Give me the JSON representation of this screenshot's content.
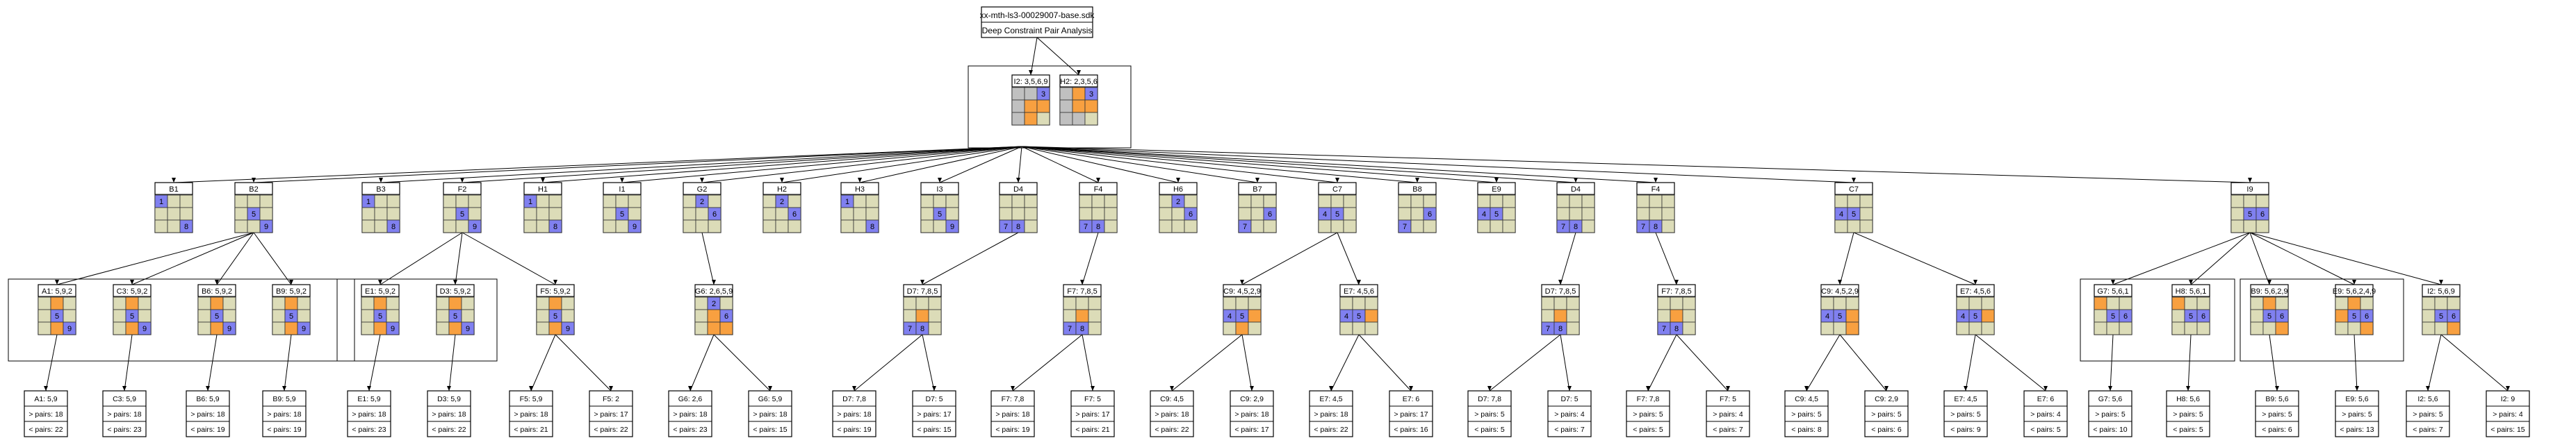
{
  "header": {
    "title": "xx-mth-ls3-00029007-base.sdk",
    "subtitle": "Deep Constraint Pair Analysis"
  },
  "colors": {
    "blue": "#8080f0",
    "orange": "#f8a040",
    "gray": "#c0c0c0",
    "cell": "#dcdcb8",
    "line": "#000000"
  },
  "nodes": [
    {
      "id": "I2",
      "label": "I2: 3,5,6,9",
      "cells": [
        "g",
        "g",
        "b",
        "g",
        "o",
        "o",
        "g",
        "o",
        "."
      ],
      "nums": {
        "2": "3"
      }
    },
    {
      "id": "H2",
      "label": "H2: 2,3,5,6",
      "cells": [
        "g",
        "o",
        "b",
        "g",
        "o",
        "o",
        "g",
        "g",
        "."
      ],
      "nums": {
        "2": "3"
      }
    },
    {
      "id": "B1",
      "label": "B1",
      "cells": [
        "b",
        ".",
        ".",
        ".",
        ".",
        ".",
        ".",
        ".",
        "b"
      ],
      "nums": {
        "0": "1",
        "8": "8"
      }
    },
    {
      "id": "B2",
      "label": "B2",
      "cells": [
        ".",
        ".",
        ".",
        ".",
        "b",
        ".",
        ".",
        ".",
        "b"
      ],
      "nums": {
        "4": "5",
        "8": "9"
      }
    },
    {
      "id": "B3",
      "label": "B3",
      "cells": [
        "b",
        ".",
        ".",
        ".",
        ".",
        ".",
        ".",
        ".",
        "b"
      ],
      "nums": {
        "0": "1",
        "8": "8"
      }
    },
    {
      "id": "F2",
      "label": "F2",
      "cells": [
        ".",
        ".",
        ".",
        ".",
        "b",
        ".",
        ".",
        ".",
        "b"
      ],
      "nums": {
        "4": "5",
        "8": "9"
      }
    },
    {
      "id": "H1",
      "label": "H1",
      "cells": [
        "b",
        ".",
        ".",
        ".",
        ".",
        ".",
        ".",
        ".",
        "b"
      ],
      "nums": {
        "0": "1",
        "8": "8"
      }
    },
    {
      "id": "I1",
      "label": "I1",
      "cells": [
        ".",
        ".",
        ".",
        ".",
        "b",
        ".",
        ".",
        ".",
        "b"
      ],
      "nums": {
        "4": "5",
        "8": "9"
      }
    },
    {
      "id": "G2",
      "label": "G2",
      "cells": [
        ".",
        "b",
        ".",
        ".",
        ".",
        "b",
        ".",
        ".",
        "."
      ],
      "nums": {
        "1": "2",
        "5": "6"
      }
    },
    {
      "id": "H2b",
      "label": "H2",
      "cells": [
        ".",
        "b",
        ".",
        ".",
        ".",
        "b",
        ".",
        ".",
        "."
      ],
      "nums": {
        "1": "2",
        "5": "6"
      }
    },
    {
      "id": "H3",
      "label": "H3",
      "cells": [
        "b",
        ".",
        ".",
        ".",
        ".",
        ".",
        ".",
        ".",
        "b"
      ],
      "nums": {
        "0": "1",
        "8": "8"
      }
    },
    {
      "id": "I3",
      "label": "I3",
      "cells": [
        ".",
        ".",
        ".",
        ".",
        "b",
        ".",
        ".",
        ".",
        "b"
      ],
      "nums": {
        "4": "5",
        "8": "9"
      }
    },
    {
      "id": "D4",
      "label": "D4",
      "cells": [
        ".",
        ".",
        ".",
        ".",
        ".",
        ".",
        "b",
        "b",
        "."
      ],
      "nums": {
        "6": "7",
        "7": "8"
      }
    },
    {
      "id": "F4",
      "label": "F4",
      "cells": [
        ".",
        ".",
        ".",
        ".",
        ".",
        ".",
        "b",
        "b",
        "."
      ],
      "nums": {
        "6": "7",
        "7": "8"
      }
    },
    {
      "id": "H6",
      "label": "H6",
      "cells": [
        ".",
        "b",
        ".",
        ".",
        ".",
        "b",
        ".",
        ".",
        "."
      ],
      "nums": {
        "1": "2",
        "5": "6"
      }
    },
    {
      "id": "B7",
      "label": "B7",
      "cells": [
        ".",
        ".",
        ".",
        ".",
        ".",
        "b",
        "b",
        ".",
        "."
      ],
      "nums": {
        "5": "6",
        "6": "7"
      }
    },
    {
      "id": "C7",
      "label": "C7",
      "cells": [
        ".",
        ".",
        ".",
        "b",
        "b",
        ".",
        ".",
        ".",
        "."
      ],
      "nums": {
        "3": "4",
        "4": "5"
      }
    },
    {
      "id": "B8",
      "label": "B8",
      "cells": [
        ".",
        ".",
        ".",
        ".",
        ".",
        "b",
        "b",
        ".",
        "."
      ],
      "nums": {
        "5": "6",
        "6": "7"
      }
    },
    {
      "id": "E9",
      "label": "E9",
      "cells": [
        ".",
        ".",
        ".",
        "b",
        "b",
        ".",
        ".",
        ".",
        "."
      ],
      "nums": {
        "3": "4",
        "4": "5"
      }
    },
    {
      "id": "D4b",
      "label": "D4",
      "cells": [
        ".",
        ".",
        ".",
        ".",
        ".",
        ".",
        "b",
        "b",
        "."
      ],
      "nums": {
        "6": "7",
        "7": "8"
      }
    },
    {
      "id": "F4b",
      "label": "F4",
      "cells": [
        ".",
        ".",
        ".",
        ".",
        ".",
        ".",
        "b",
        "b",
        "."
      ],
      "nums": {
        "6": "7",
        "7": "8"
      }
    },
    {
      "id": "C7b",
      "label": "C7",
      "cells": [
        ".",
        ".",
        ".",
        "b",
        "b",
        ".",
        ".",
        ".",
        "."
      ],
      "nums": {
        "3": "4",
        "4": "5"
      }
    },
    {
      "id": "I9",
      "label": "I9",
      "cells": [
        ".",
        ".",
        ".",
        ".",
        "b",
        "b",
        ".",
        ".",
        "."
      ],
      "nums": {
        "4": "5",
        "5": "6"
      }
    },
    {
      "id": "A1",
      "label": "A1: 5,9,2",
      "cells": [
        ".",
        "o",
        ".",
        ".",
        "b",
        ".",
        ".",
        "o",
        "b"
      ],
      "nums": {
        "4": "5",
        "8": "9"
      }
    },
    {
      "id": "C3",
      "label": "C3: 5,9,2",
      "cells": [
        ".",
        "o",
        ".",
        ".",
        "b",
        ".",
        ".",
        "o",
        "b"
      ],
      "nums": {
        "4": "5",
        "8": "9"
      }
    },
    {
      "id": "B6",
      "label": "B6: 5,9,2",
      "cells": [
        ".",
        "o",
        ".",
        ".",
        "b",
        ".",
        ".",
        "o",
        "b"
      ],
      "nums": {
        "4": "5",
        "8": "9"
      }
    },
    {
      "id": "B9",
      "label": "B9: 5,9,2",
      "cells": [
        ".",
        "o",
        ".",
        ".",
        "b",
        ".",
        ".",
        "o",
        "b"
      ],
      "nums": {
        "4": "5",
        "8": "9"
      }
    },
    {
      "id": "E1",
      "label": "E1: 5,9,2",
      "cells": [
        ".",
        "o",
        ".",
        ".",
        "b",
        ".",
        ".",
        "o",
        "b"
      ],
      "nums": {
        "4": "5",
        "8": "9"
      }
    },
    {
      "id": "D3",
      "label": "D3: 5,9,2",
      "cells": [
        ".",
        "o",
        ".",
        ".",
        "b",
        ".",
        ".",
        "o",
        "b"
      ],
      "nums": {
        "4": "5",
        "8": "9"
      }
    },
    {
      "id": "F5",
      "label": "F5: 5,9,2",
      "cells": [
        ".",
        "o",
        ".",
        ".",
        "b",
        ".",
        ".",
        "o",
        "b"
      ],
      "nums": {
        "4": "5",
        "8": "9"
      }
    },
    {
      "id": "G6",
      "label": "G6: 2,6,5,9",
      "cells": [
        ".",
        "b",
        ".",
        ".",
        "o",
        "b",
        ".",
        "o",
        "o"
      ],
      "nums": {
        "1": "2",
        "5": "6"
      }
    },
    {
      "id": "D7",
      "label": "D7: 7,8,5",
      "cells": [
        ".",
        ".",
        ".",
        ".",
        "o",
        ".",
        "b",
        "b",
        "."
      ],
      "nums": {
        "6": "7",
        "7": "8"
      }
    },
    {
      "id": "F7",
      "label": "F7: 7,8,5",
      "cells": [
        ".",
        ".",
        ".",
        ".",
        "o",
        ".",
        "b",
        "b",
        "."
      ],
      "nums": {
        "6": "7",
        "7": "8"
      }
    },
    {
      "id": "C9",
      "label": "C9: 4,5,2,9",
      "cells": [
        ".",
        ".",
        ".",
        "b",
        "b",
        "o",
        ".",
        "o",
        "."
      ],
      "nums": {
        "3": "4",
        "4": "5"
      }
    },
    {
      "id": "E7",
      "label": "E7: 4,5,6",
      "cells": [
        ".",
        ".",
        ".",
        "b",
        "b",
        "o",
        ".",
        ".",
        "."
      ],
      "nums": {
        "3": "4",
        "4": "5"
      }
    },
    {
      "id": "D7b",
      "label": "D7: 7,8,5",
      "cells": [
        ".",
        ".",
        ".",
        ".",
        "o",
        ".",
        "b",
        "b",
        "."
      ],
      "nums": {
        "6": "7",
        "7": "8"
      }
    },
    {
      "id": "F7b",
      "label": "F7: 7,8,5",
      "cells": [
        ".",
        ".",
        ".",
        ".",
        "o",
        ".",
        "b",
        "b",
        "."
      ],
      "nums": {
        "6": "7",
        "7": "8"
      }
    },
    {
      "id": "C9b",
      "label": "C9: 4,5,2,9",
      "cells": [
        ".",
        ".",
        ".",
        "b",
        "b",
        "o",
        ".",
        ".",
        "o"
      ],
      "nums": {
        "3": "4",
        "4": "5"
      }
    },
    {
      "id": "E7b",
      "label": "E7: 4,5,6",
      "cells": [
        ".",
        ".",
        ".",
        "b",
        "b",
        "o",
        ".",
        ".",
        "."
      ],
      "nums": {
        "3": "4",
        "4": "5"
      }
    },
    {
      "id": "G7",
      "label": "G7: 5,6,1",
      "cells": [
        "o",
        ".",
        ".",
        ".",
        "b",
        "b",
        ".",
        ".",
        "."
      ],
      "nums": {
        "4": "5",
        "5": "6"
      }
    },
    {
      "id": "H8",
      "label": "H8: 5,6,1",
      "cells": [
        "o",
        ".",
        ".",
        ".",
        "b",
        "b",
        ".",
        ".",
        "."
      ],
      "nums": {
        "4": "5",
        "5": "6"
      }
    },
    {
      "id": "B9b",
      "label": "B9: 5,6,2,9",
      "cells": [
        ".",
        "o",
        ".",
        ".",
        "b",
        "b",
        ".",
        ".",
        "o"
      ],
      "nums": {
        "4": "5",
        "5": "6"
      }
    },
    {
      "id": "E9b",
      "label": "E9: 5,6,2,4,9",
      "cells": [
        ".",
        "o",
        ".",
        "o",
        "b",
        "b",
        ".",
        ".",
        "o"
      ],
      "nums": {
        "4": "5",
        "5": "6"
      }
    },
    {
      "id": "I2b",
      "label": "I2: 5,6,9",
      "cells": [
        ".",
        ".",
        ".",
        ".",
        "b",
        "b",
        ".",
        ".",
        "o"
      ],
      "nums": {
        "4": "5",
        "5": "6"
      }
    }
  ],
  "leaves": [
    {
      "id": "lA1",
      "parent": "A1",
      "lines": [
        "A1: 5,9",
        "> pairs: 18",
        "< pairs: 22"
      ]
    },
    {
      "id": "lC3",
      "parent": "C3",
      "lines": [
        "C3: 5,9",
        "> pairs: 18",
        "< pairs: 23"
      ]
    },
    {
      "id": "lB6",
      "parent": "B6",
      "lines": [
        "B6: 5,9",
        "> pairs: 18",
        "< pairs: 19"
      ]
    },
    {
      "id": "lB9",
      "parent": "B9",
      "lines": [
        "B9: 5,9",
        "> pairs: 18",
        "< pairs: 19"
      ]
    },
    {
      "id": "lE1",
      "parent": "E1",
      "lines": [
        "E1: 5,9",
        "> pairs: 18",
        "< pairs: 23"
      ]
    },
    {
      "id": "lD3",
      "parent": "D3",
      "lines": [
        "D3: 5,9",
        "> pairs: 18",
        "< pairs: 22"
      ]
    },
    {
      "id": "lF5a",
      "parent": "F5",
      "lines": [
        "F5: 5,9",
        "> pairs: 18",
        "< pairs: 21"
      ]
    },
    {
      "id": "lF5b",
      "parent": "F5",
      "lines": [
        "F5: 2",
        "> pairs: 17",
        "< pairs: 22"
      ]
    },
    {
      "id": "lG6a",
      "parent": "G6",
      "lines": [
        "G6: 2,6",
        "> pairs: 18",
        "< pairs: 23"
      ]
    },
    {
      "id": "lG6b",
      "parent": "G6",
      "lines": [
        "G6: 5,9",
        "> pairs: 18",
        "< pairs: 15"
      ]
    },
    {
      "id": "lD7a",
      "parent": "D7",
      "lines": [
        "D7: 7,8",
        "> pairs: 18",
        "< pairs: 19"
      ]
    },
    {
      "id": "lD7b",
      "parent": "D7",
      "lines": [
        "D7: 5",
        "> pairs: 17",
        "< pairs: 15"
      ]
    },
    {
      "id": "lF7a",
      "parent": "F7",
      "lines": [
        "F7: 7,8",
        "> pairs: 18",
        "< pairs: 19"
      ]
    },
    {
      "id": "lF7b",
      "parent": "F7",
      "lines": [
        "F7: 5",
        "> pairs: 17",
        "< pairs: 21"
      ]
    },
    {
      "id": "lC9a",
      "parent": "C9",
      "lines": [
        "C9: 4,5",
        "> pairs: 18",
        "< pairs: 22"
      ]
    },
    {
      "id": "lC9b",
      "parent": "C9",
      "lines": [
        "C9: 2,9",
        "> pairs: 18",
        "< pairs: 17"
      ]
    },
    {
      "id": "lE7a",
      "parent": "E7",
      "lines": [
        "E7: 4,5",
        "> pairs: 18",
        "< pairs: 22"
      ]
    },
    {
      "id": "lE7b",
      "parent": "E7",
      "lines": [
        "E7: 6",
        "> pairs: 17",
        "< pairs: 16"
      ]
    },
    {
      "id": "lD7c",
      "parent": "D7b",
      "lines": [
        "D7: 7,8",
        "> pairs: 5",
        "< pairs: 5"
      ]
    },
    {
      "id": "lD7d",
      "parent": "D7b",
      "lines": [
        "D7: 5",
        "> pairs: 4",
        "< pairs: 7"
      ]
    },
    {
      "id": "lF7c",
      "parent": "F7b",
      "lines": [
        "F7: 7,8",
        "> pairs: 5",
        "< pairs: 5"
      ]
    },
    {
      "id": "lF7d",
      "parent": "F7b",
      "lines": [
        "F7: 5",
        "> pairs: 4",
        "< pairs: 7"
      ]
    },
    {
      "id": "lC9c",
      "parent": "C9b",
      "lines": [
        "C9: 4,5",
        "> pairs: 5",
        "< pairs: 8"
      ]
    },
    {
      "id": "lC9d",
      "parent": "C9b",
      "lines": [
        "C9: 2,9",
        "> pairs: 5",
        "< pairs: 6"
      ]
    },
    {
      "id": "lE7c",
      "parent": "E7b",
      "lines": [
        "E7: 4,5",
        "> pairs: 5",
        "< pairs: 9"
      ]
    },
    {
      "id": "lE7d",
      "parent": "E7b",
      "lines": [
        "E7: 6",
        "> pairs: 4",
        "< pairs: 5"
      ]
    },
    {
      "id": "lG7",
      "parent": "G7",
      "lines": [
        "G7: 5,6",
        "> pairs: 5",
        "< pairs: 10"
      ]
    },
    {
      "id": "lH8",
      "parent": "H8",
      "lines": [
        "H8: 5,6",
        "> pairs: 5",
        "< pairs: 5"
      ]
    },
    {
      "id": "lB9b",
      "parent": "B9b",
      "lines": [
        "B9: 5,6",
        "> pairs: 5",
        "< pairs: 6"
      ]
    },
    {
      "id": "lE9b",
      "parent": "E9b",
      "lines": [
        "E9: 5,6",
        "> pairs: 5",
        "< pairs: 13"
      ]
    },
    {
      "id": "lI2a",
      "parent": "I2b",
      "lines": [
        "I2: 5,6",
        "> pairs: 5",
        "< pairs: 7"
      ]
    },
    {
      "id": "lI2b",
      "parent": "I2b",
      "lines": [
        "I2: 9",
        "> pairs: 4",
        "< pairs: 15"
      ]
    }
  ]
}
